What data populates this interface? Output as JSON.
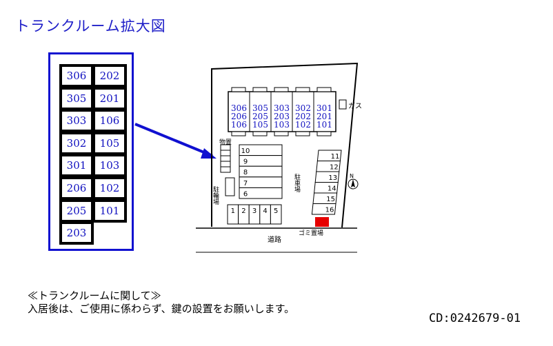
{
  "title": "トランクルーム拡大図",
  "legend": {
    "left_column": [
      "306",
      "305",
      "303",
      "302",
      "301",
      "206",
      "205",
      "203"
    ],
    "right_column": [
      "202",
      "201",
      "106",
      "105",
      "103",
      "102",
      "101"
    ]
  },
  "map": {
    "building_units": [
      [
        "306",
        "206",
        "106"
      ],
      [
        "305",
        "205",
        "105"
      ],
      [
        "303",
        "203",
        "103"
      ],
      [
        "302",
        "202",
        "102"
      ],
      [
        "301",
        "201",
        "101"
      ]
    ],
    "storage_label": "物置",
    "bicycle_parking_label": "駐輪場",
    "parking_label": "駐車場",
    "gas_label": "ガス",
    "garbage_label": "ゴミ置場",
    "road_label": "道路",
    "north_label": "N",
    "parking_center": [
      "10",
      "9",
      "8",
      "7",
      "6"
    ],
    "parking_bottom": [
      "1",
      "2",
      "3",
      "4",
      "5"
    ],
    "parking_right": [
      "11",
      "12",
      "13",
      "14",
      "15",
      "16"
    ]
  },
  "notes": {
    "heading": "≪トランクルームに関して≫",
    "body": "入居後は、ご使用に係わらず、鍵の設置をお願いします。"
  },
  "code": "CD:0242679-01",
  "colors": {
    "accent_blue": "#1010d0",
    "garbage_red": "#e60000"
  }
}
